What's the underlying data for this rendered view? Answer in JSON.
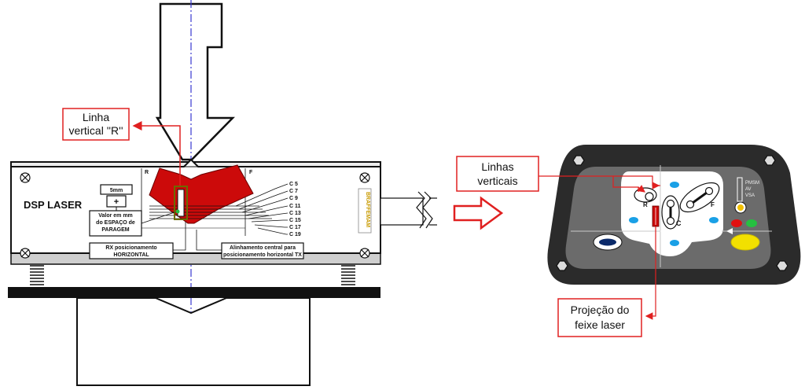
{
  "left_device": {
    "brand": "DSP LASER",
    "side_brand": "BRAFFEMAM",
    "zone_left": "R",
    "zone_right": "F",
    "dim_box": {
      "value": "5mm",
      "sign": "+"
    },
    "stop_gap_box": [
      "Valor em mm",
      "do ESPAÇO de",
      "PARAGEM"
    ],
    "rx_box": [
      "RX posicionamento",
      "HORIZONTAL"
    ],
    "align_box": [
      "Alinhamento central para",
      "posicionamento horizontal TX"
    ],
    "scale": [
      "C 5",
      "C 7",
      "C 9",
      "C 11",
      "C 13",
      "C 15",
      "C 17",
      "C 19"
    ]
  },
  "callouts": {
    "vertical_r": [
      "Linha",
      "vertical ''R''"
    ],
    "vertical_lines": [
      "Linhas",
      "verticais"
    ],
    "laser_projection": [
      "Projeção do",
      "feixe laser"
    ]
  },
  "right_panel": {
    "label_r": "R",
    "label_c": "C",
    "label_f": "F",
    "modes": [
      "PMSM",
      "AV",
      "VSA"
    ]
  },
  "colors": {
    "accent_red": "#cc0a0a",
    "callout_border": "#e02020",
    "panel_dark": "#2b2b2b",
    "panel_gray": "#6b6b6b",
    "led_blue": "#1aa0e6",
    "led_red": "#e01010",
    "led_green": "#25c040",
    "button_yellow": "#f2e000"
  }
}
